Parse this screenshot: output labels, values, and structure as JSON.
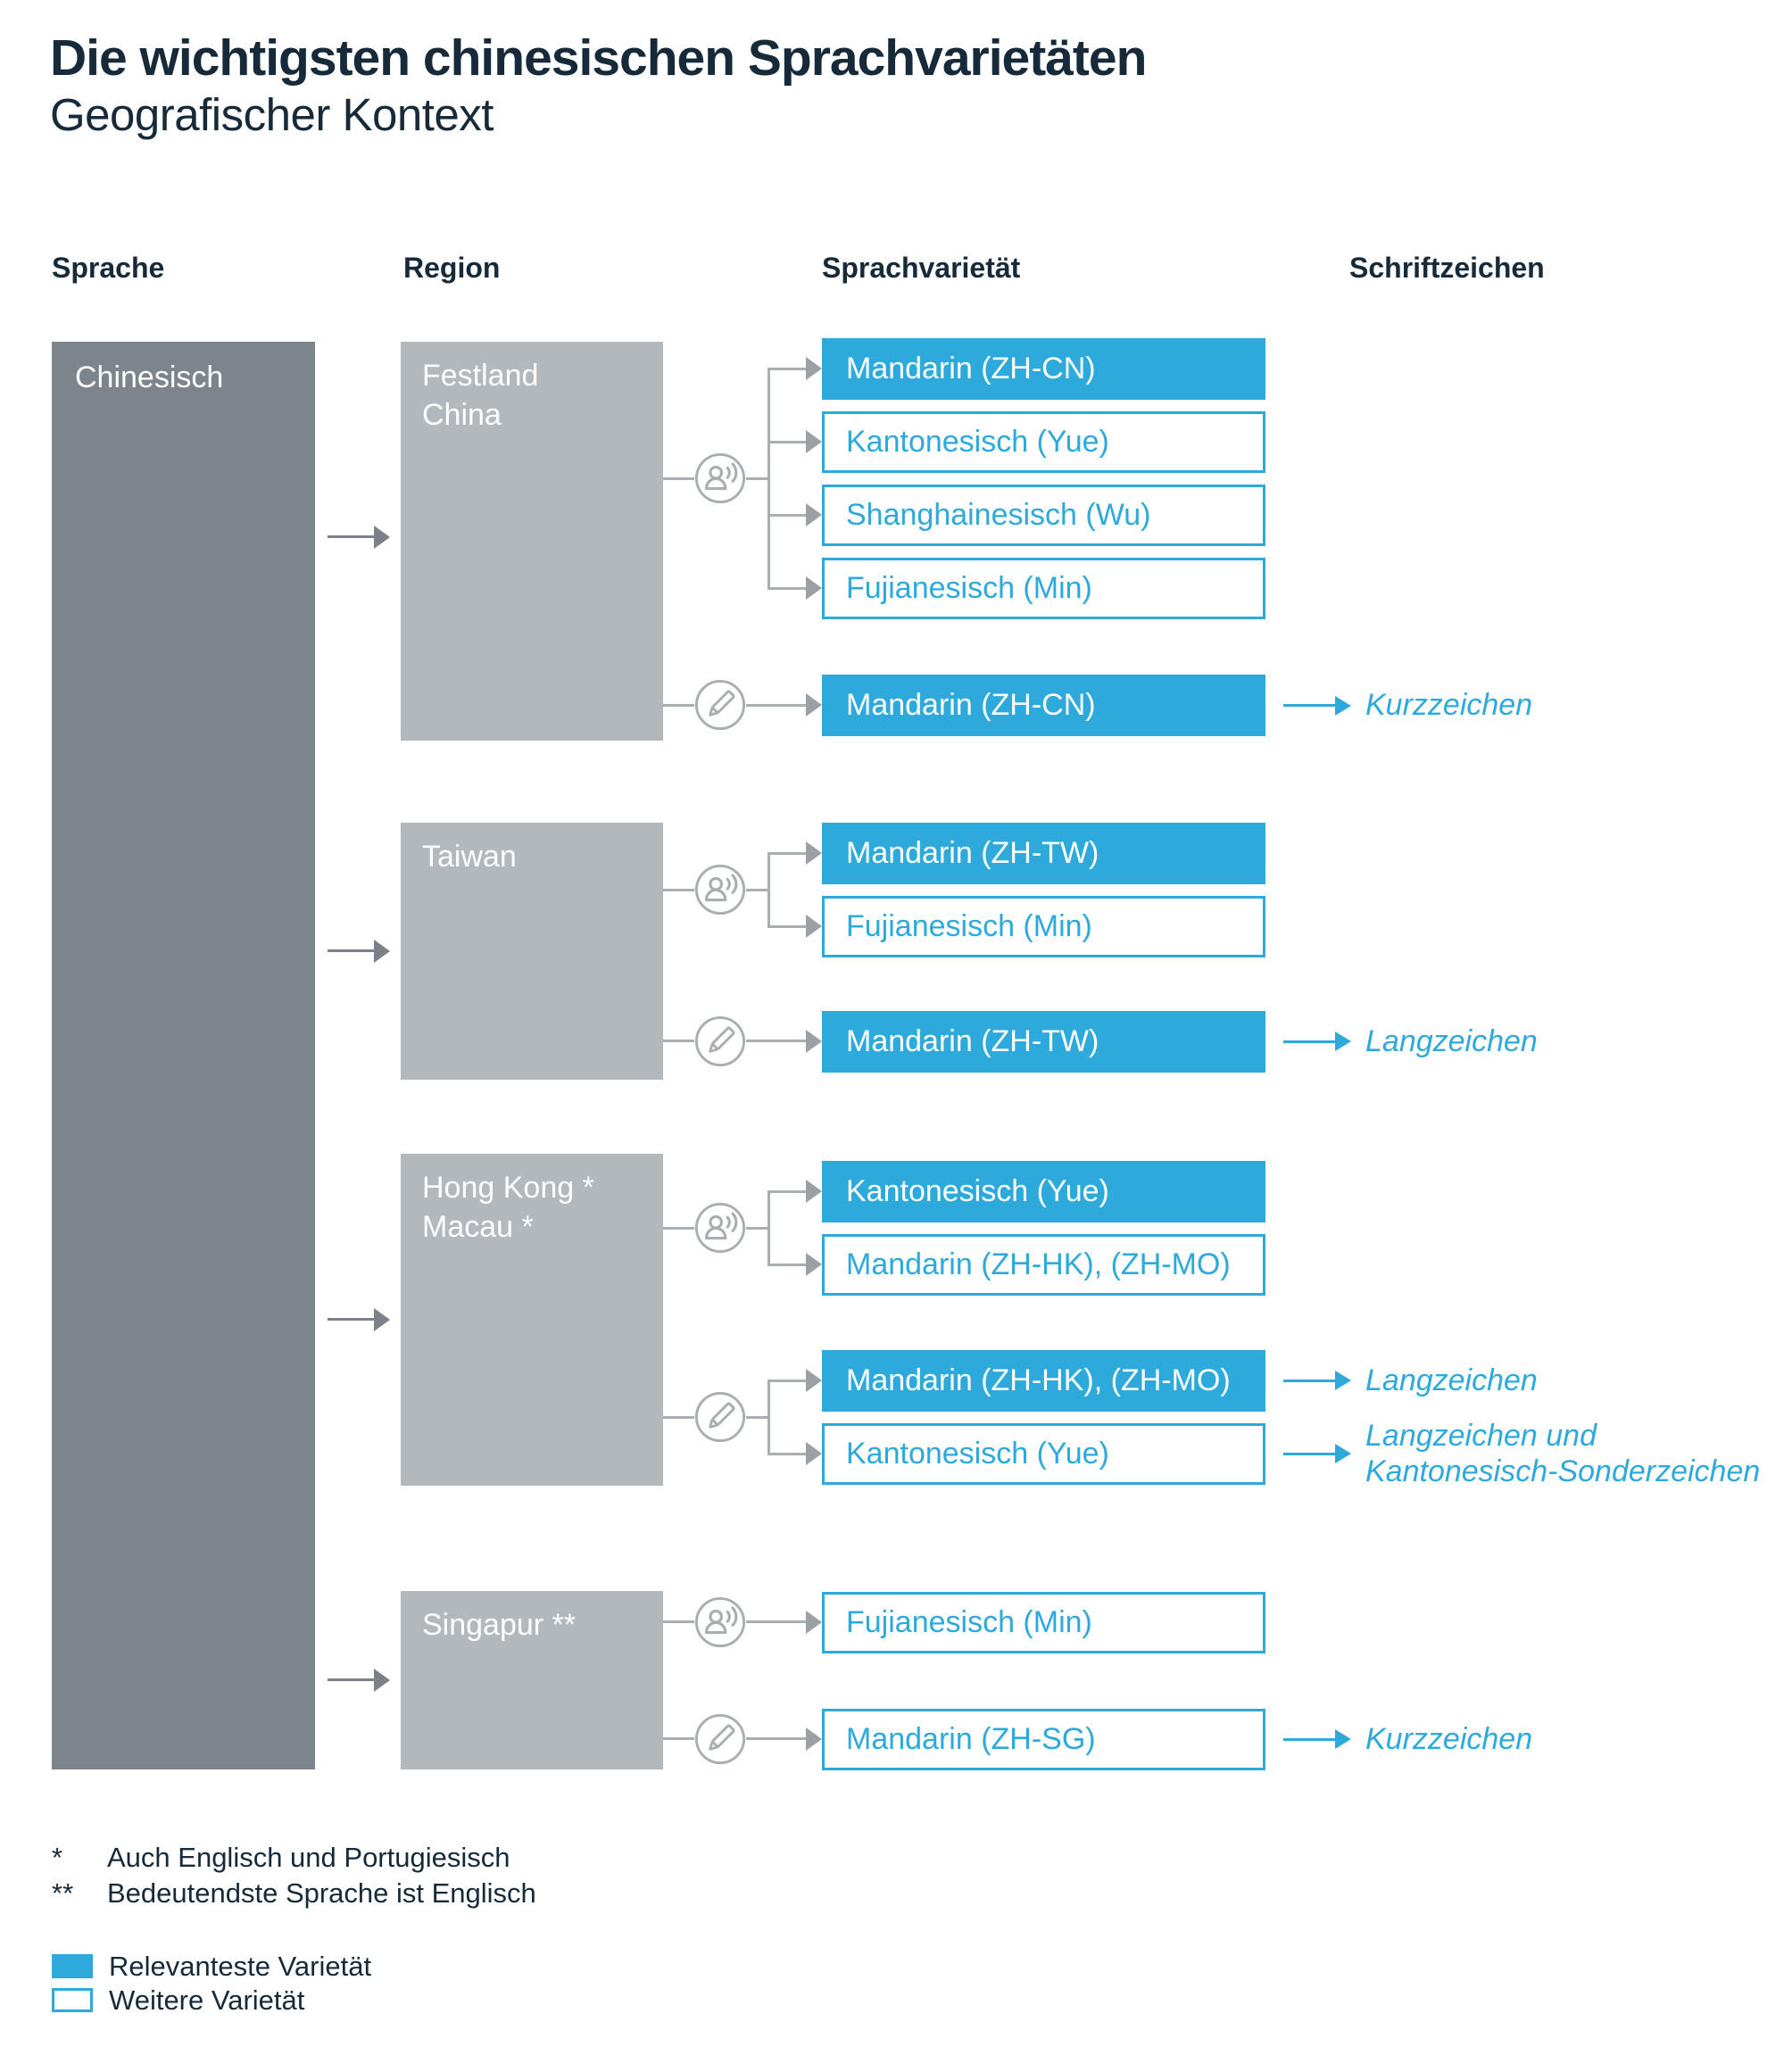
{
  "title": "Die wichtigsten chinesischen Sprachvarietäten",
  "subtitle": "Geografischer Kontext",
  "columns": {
    "sprache": "Sprache",
    "region": "Region",
    "sprachvarietaet": "Sprachvarietät",
    "schriftzeichen": "Schriftzeichen"
  },
  "root": {
    "label": "Chinesisch"
  },
  "icons": {
    "spoken": "person-speaking-icon",
    "written": "pencil-icon"
  },
  "colors": {
    "accent_blue": "#2da9dc",
    "navy_text": "#162a3a",
    "root_box_gray": "#7d848b",
    "region_box_gray": "#b3b8bc",
    "connector_gray": "#a9aeb2"
  },
  "sections": [
    {
      "region_label": "Festland\nChina",
      "spoken": [
        {
          "label": "Mandarin (ZH-CN)",
          "variant": "primary"
        },
        {
          "label": "Kantonesisch (Yue)",
          "variant": "secondary"
        },
        {
          "label": "Shanghainesisch (Wu)",
          "variant": "secondary"
        },
        {
          "label": "Fujianesisch (Min)",
          "variant": "secondary"
        }
      ],
      "written": [
        {
          "label": "Mandarin (ZH-CN)",
          "variant": "primary",
          "script": "Kurzzeichen"
        }
      ]
    },
    {
      "region_label": "Taiwan",
      "spoken": [
        {
          "label": "Mandarin (ZH-TW)",
          "variant": "primary"
        },
        {
          "label": "Fujianesisch (Min)",
          "variant": "secondary"
        }
      ],
      "written": [
        {
          "label": "Mandarin (ZH-TW)",
          "variant": "primary",
          "script": "Langzeichen"
        }
      ]
    },
    {
      "region_label": "Hong Kong *\nMacau *",
      "spoken": [
        {
          "label": "Kantonesisch (Yue)",
          "variant": "primary"
        },
        {
          "label": "Mandarin (ZH-HK), (ZH-MO)",
          "variant": "secondary"
        }
      ],
      "written": [
        {
          "label": "Mandarin (ZH-HK), (ZH-MO)",
          "variant": "primary",
          "script": "Langzeichen"
        },
        {
          "label": "Kantonesisch (Yue)",
          "variant": "secondary",
          "script": "Langzeichen und\nKantonesisch-Sonderzeichen"
        }
      ]
    },
    {
      "region_label": "Singapur **",
      "spoken": [
        {
          "label": "Fujianesisch (Min)",
          "variant": "secondary"
        }
      ],
      "written": [
        {
          "label": "Mandarin (ZH-SG)",
          "variant": "secondary",
          "script": "Kurzzeichen"
        }
      ]
    }
  ],
  "footnotes": [
    {
      "mark": "*",
      "text": "Auch Englisch und Portugiesisch"
    },
    {
      "mark": "**",
      "text": "Bedeutendste Sprache ist Englisch"
    }
  ],
  "legend": [
    {
      "swatch": "filled",
      "label": "Relevanteste Varietät"
    },
    {
      "swatch": "outline",
      "label": "Weitere Varietät"
    }
  ]
}
